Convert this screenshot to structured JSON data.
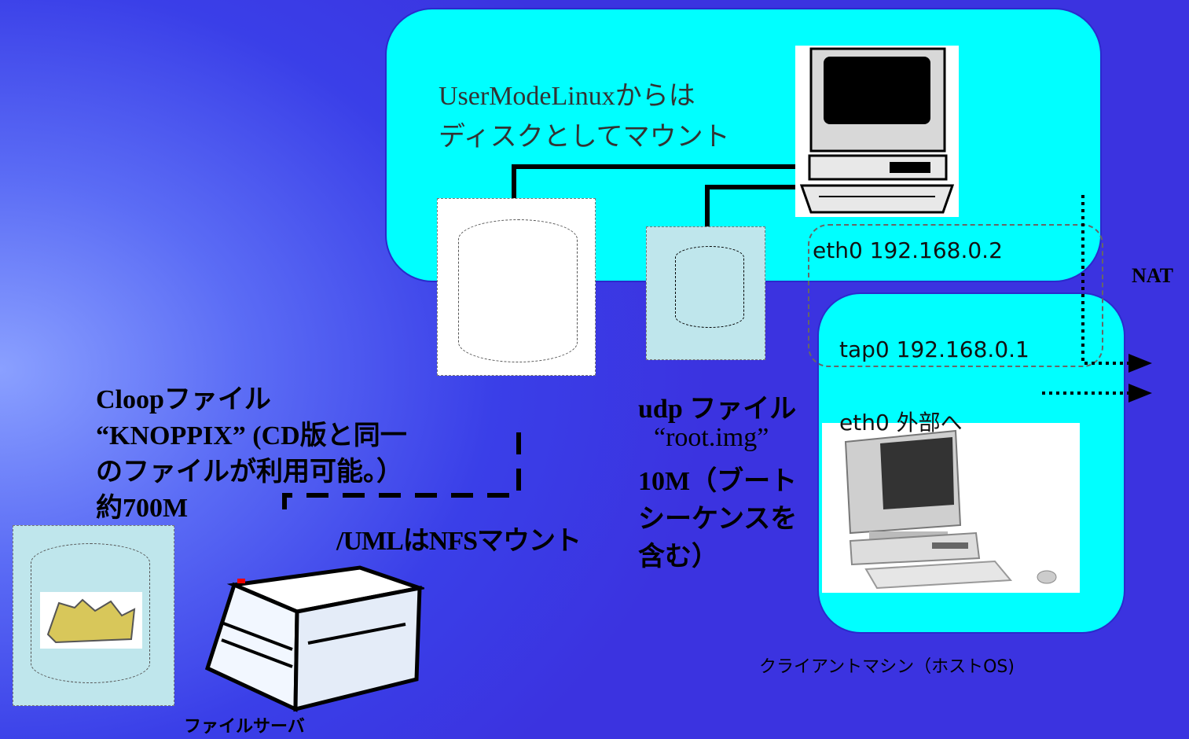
{
  "uml_box": {
    "line1": "UserModeLinuxからは",
    "line2": "ディスクとしてマウント"
  },
  "network": {
    "eth0_uml": "eth0 192.168.0.2",
    "tap0": "tap0 192.168.0.1",
    "eth0_external": "eth0 外部へ",
    "nat": "NAT"
  },
  "cloop": {
    "line1": "Cloopファイル",
    "line2": "“KNOPPIX” (CD版と同一",
    "line3": "のファイルが利用可能。）",
    "line4": "約700M"
  },
  "udp": {
    "line1": "udp ファイル",
    "line2": "“root.img”",
    "line3": "10M（ブート",
    "line4": "シーケンスを",
    "line5": "含む）"
  },
  "nfs_label": "/UMLはNFSマウント",
  "client_label": "クライアントマシン（ホストOS)",
  "fileserver_label": "ファイルサーバ",
  "icons": [
    "desktop-computer-icon",
    "client-computer-icon",
    "printer-server-icon",
    "disk-cylinder-icon",
    "lock-icon"
  ],
  "colors": {
    "box_fill": "#00ffff",
    "background": "#3b3fe8",
    "doc_blue": "#bfe6ec"
  }
}
